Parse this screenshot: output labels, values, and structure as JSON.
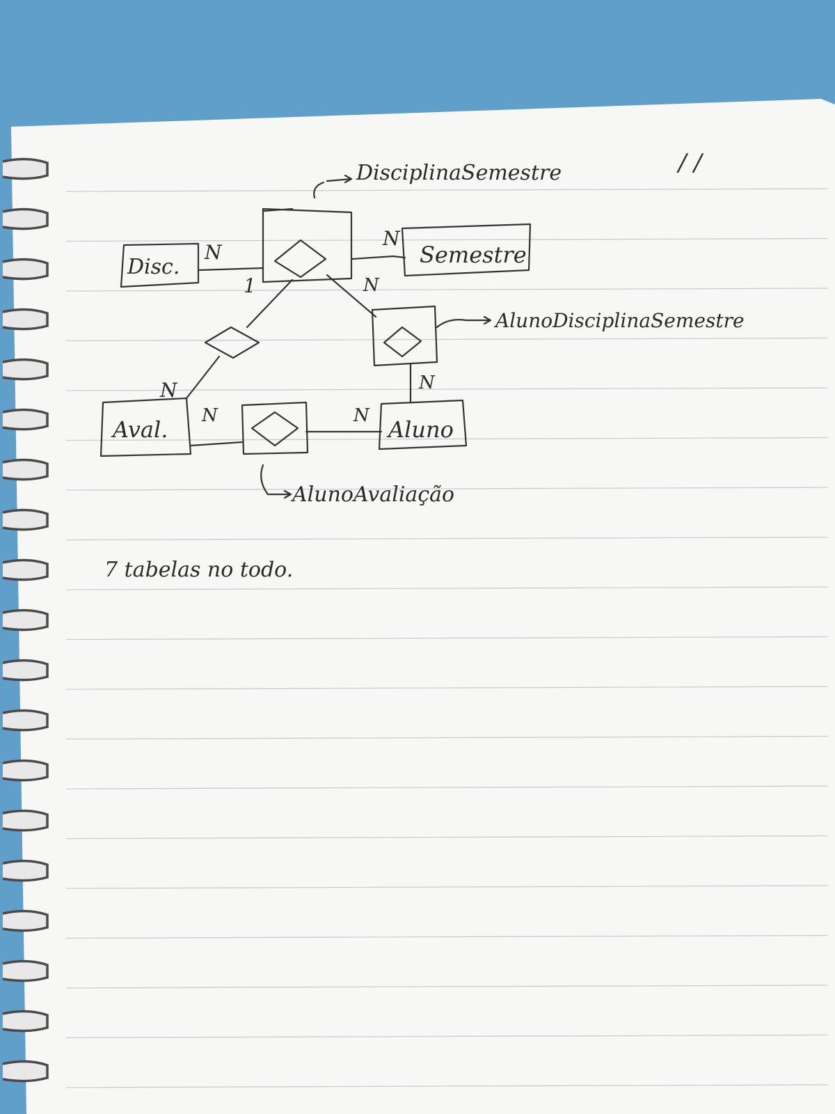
{
  "diagram": {
    "header_marks": "/ /",
    "entities": {
      "disciplina": "Disc.",
      "semestre": "Semestre",
      "avaliacao": "Aval.",
      "aluno": "Aluno"
    },
    "associative_labels": {
      "disciplina_semestre": "DisciplinaSemestre",
      "aluno_disciplina_semestre": "AlunoDisciplinaSemestre",
      "aluno_avaliacao": "AlunoAvaliação"
    },
    "cardinalities": {
      "disc_ds": "N",
      "ds_semestre": "N",
      "ds_one": "1",
      "ds_to_ads": "N",
      "aval_top": "N",
      "aval_right": "N",
      "aluno_left": "N",
      "ads_to_aluno": "N"
    },
    "note": "7 tabelas no todo."
  },
  "colors": {
    "background": "#5f9fc9",
    "paper": "#f7f7f5",
    "ink": "#333333",
    "rule_lines": "#c9ccd2"
  }
}
